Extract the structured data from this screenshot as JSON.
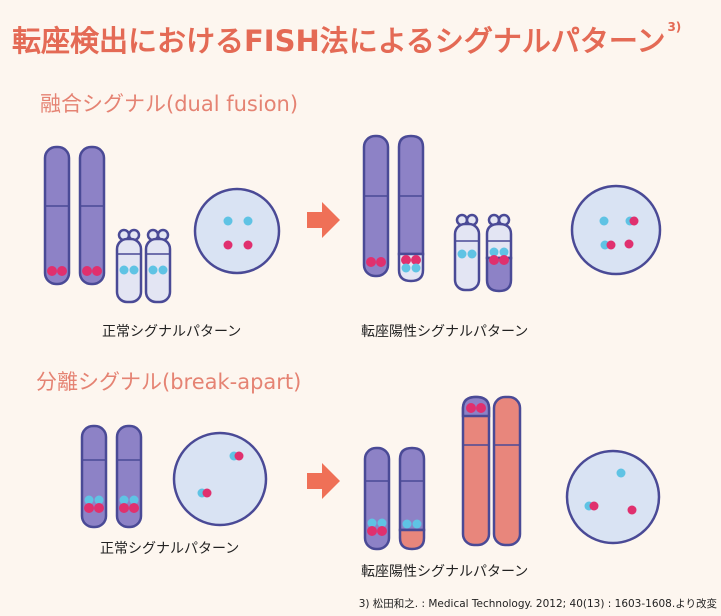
{
  "title": "転座検出におけるFISH法によるシグナルパターン",
  "title_ref": "3)",
  "sections": {
    "dual": {
      "title": "融合シグナル(dual fusion)",
      "normal_caption": "正常シグナルパターン",
      "positive_caption": "転座陽性シグナルパターン"
    },
    "breakapart": {
      "title": "分離シグナル(break-apart)",
      "normal_caption": "正常シグナルパターン",
      "positive_caption": "転座陽性シグナルパターン"
    }
  },
  "citation": "3) 松田和之. : Medical Technology. 2012; 40(13) : 1603-1608.より改変",
  "colors": {
    "title": "#e46a55",
    "section_title": "#e58373",
    "chromosome": "#8d82c6",
    "chromosome_light": "#e3e5f3",
    "chromosome_red": "#e8867c",
    "signal_red": "#e0306e",
    "signal_blue": "#5fc3e4",
    "arrow": "#ef7057",
    "background": "#fdf6ef"
  }
}
